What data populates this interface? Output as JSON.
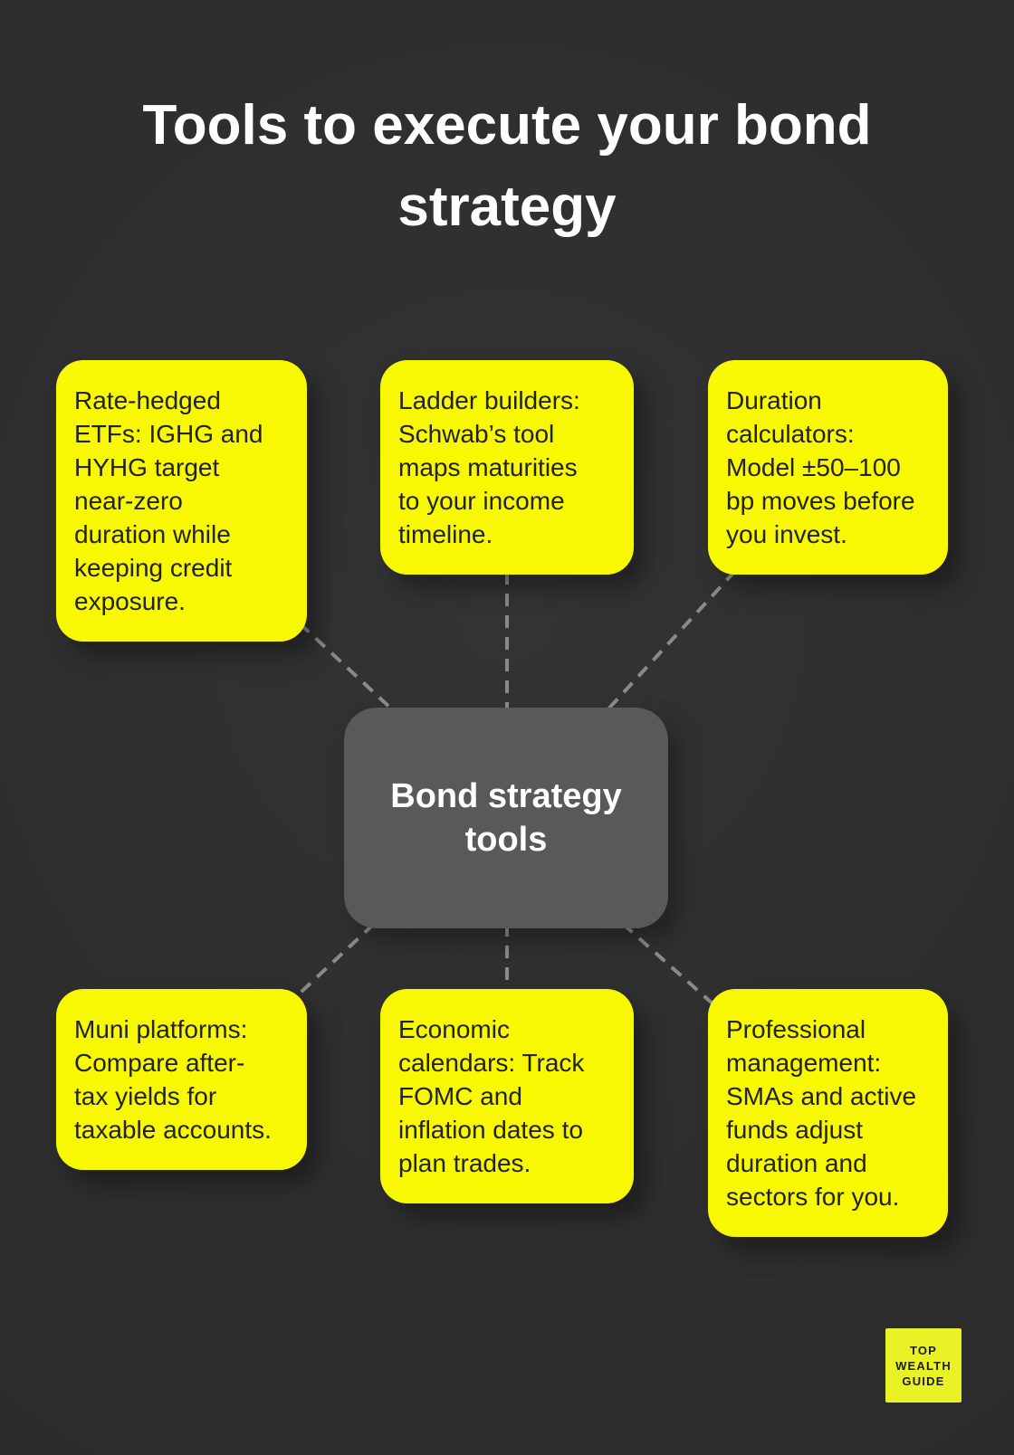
{
  "title": "Tools to execute your bond\nstrategy",
  "center_node": {
    "label": "Bond strategy\ntools"
  },
  "nodes": [
    {
      "id": "rate-hedged-etfs",
      "text": "Rate-hedged\nETFs: IGHG and\nHYHG target\nnear-zero\nduration while\nkeeping credit\nexposure."
    },
    {
      "id": "ladder-builders",
      "text": "Ladder builders:\nSchwab’s tool\nmaps maturities\nto your income\ntimeline."
    },
    {
      "id": "duration-calculators",
      "text": "Duration\ncalculators:\nModel ±50–100\nbp moves before\nyou invest."
    },
    {
      "id": "muni-platforms",
      "text": "Muni platforms:\nCompare after-\ntax yields for\ntaxable accounts."
    },
    {
      "id": "economic-calendars",
      "text": "Economic\ncalendars: Track\nFOMC and\ninflation dates to\nplan trades."
    },
    {
      "id": "professional-management",
      "text": "Professional\nmanagement:\nSMAs and active\nfunds adjust\nduration and\nsectors for you."
    }
  ],
  "logo": {
    "lines": [
      "TOP",
      "WEALTH",
      "GUIDE"
    ]
  },
  "colors": {
    "background": "#2e2e2e",
    "node_fill": "#f8f803",
    "node_text": "#222222",
    "center_fill": "#595959",
    "center_text": "#ffffff",
    "connector": "#8a8a8a",
    "title_text": "#ffffff",
    "logo_fill": "#e9f224",
    "logo_text": "#1d1d1d"
  }
}
